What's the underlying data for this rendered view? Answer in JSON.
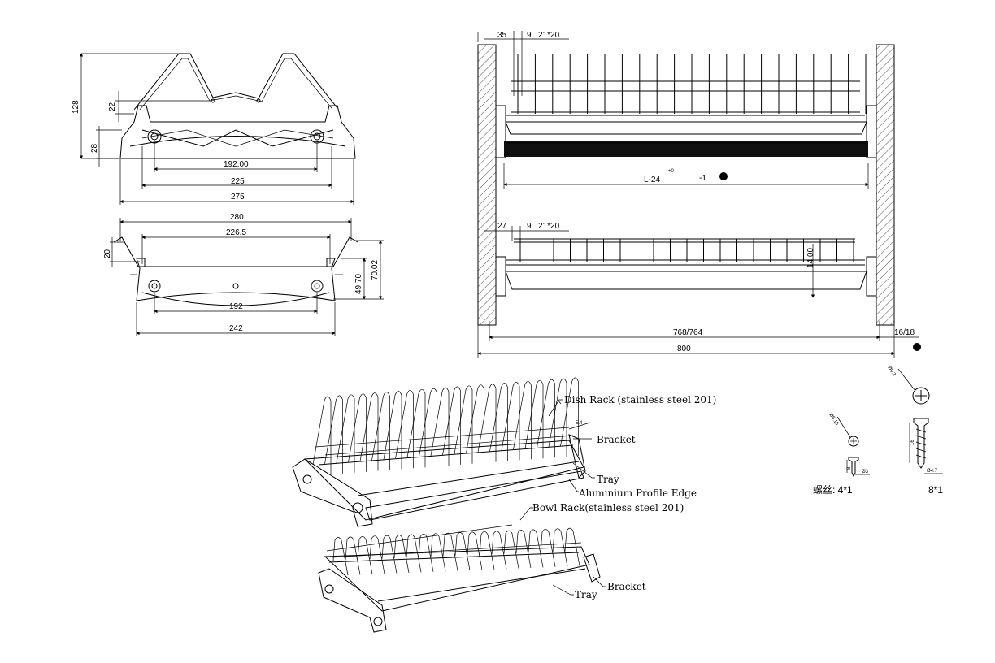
{
  "colors": {
    "line": "#000000",
    "background": "#ffffff"
  },
  "side_view": {
    "dims": {
      "height": "128",
      "top_gap": "22",
      "lower": "28",
      "hole_span": "192.00",
      "inner": "225",
      "outer": "275"
    }
  },
  "bottom_side_view": {
    "dims": {
      "top_width": "280",
      "inner_width": "226.5",
      "lip": "20",
      "h1": "49.70",
      "h2": "70.02",
      "hole_span": "192",
      "base_width": "242"
    }
  },
  "front_view": {
    "top_dims": [
      "35",
      "9",
      "21*20"
    ],
    "mid_dims": [
      "27",
      "9",
      "21*20"
    ],
    "length": "L-24",
    "tol": "+0",
    "tol_lower": "-1",
    "gap": "14.00",
    "inner_width": "768/764",
    "side_gap": "16/18",
    "total": "800"
  },
  "callouts": {
    "dish_rack": "Dish Rack (stainless steel 201)",
    "bracket_top": "Bracket",
    "tray_top": "Tray",
    "aluminium": "Aluminium Profile Edge",
    "bowl_rack": "Bowl Rack(stainless steel 201)",
    "bracket_bottom": "Bracket",
    "tray_bottom": "Tray"
  },
  "screws": {
    "small_label": "螺丝: 4*1",
    "large_label": "8*1",
    "small_dia": "Ø5.15",
    "small_shank": "Ø3",
    "small_len": "8",
    "large_dia": "Ø9.3",
    "large_shank": "Ø4.7",
    "large_len": "16"
  }
}
